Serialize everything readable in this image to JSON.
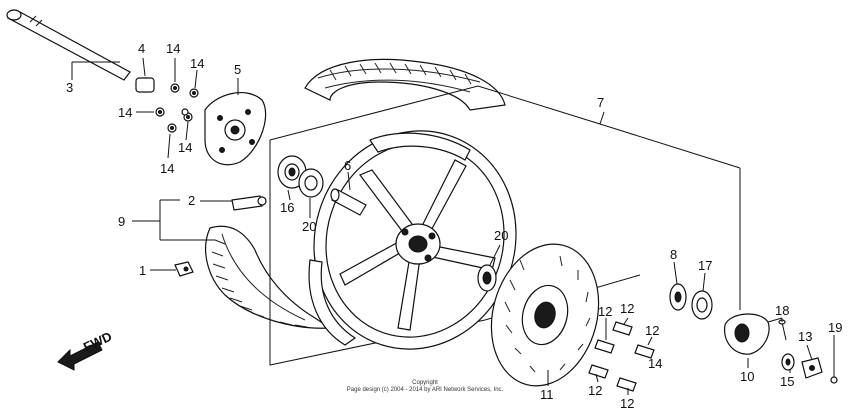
{
  "callouts": {
    "c1": "1",
    "c2": "2",
    "c3": "3",
    "c4": "4",
    "c5": "5",
    "c6": "6",
    "c7": "7",
    "c8": "8",
    "c9": "9",
    "c10": "10",
    "c11": "11",
    "c12a": "12",
    "c12b": "12",
    "c12c": "12",
    "c12d": "12",
    "c12e": "12",
    "c13": "13",
    "c14a": "14",
    "c14b": "14",
    "c14c": "14",
    "c14d": "14",
    "c14e": "14",
    "c14f": "14",
    "c15": "15",
    "c16": "16",
    "c17": "17",
    "c18": "18",
    "c19": "19",
    "c20a": "20",
    "c20b": "20"
  },
  "fwd_label": "FWD",
  "copyright": {
    "line1": "Copyright",
    "line2": "Page design (c) 2004 - 2014 by ARI Network Services, Inc."
  }
}
